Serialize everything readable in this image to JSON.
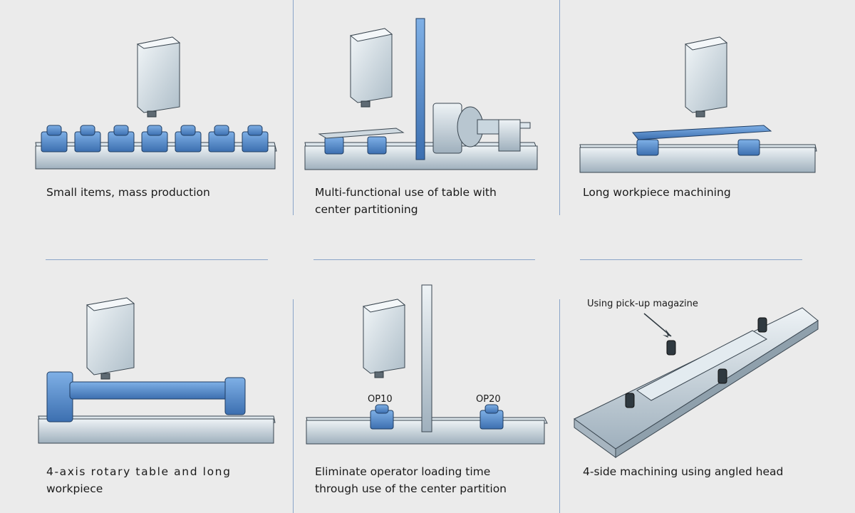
{
  "colors": {
    "accent_blue": "#4f86c6",
    "steel": "#c9d6df",
    "divider": "#8aa4c8",
    "background": "#ebebeb"
  },
  "panels": [
    {
      "id": "small-items",
      "caption_lines": [
        "Small items, mass production"
      ]
    },
    {
      "id": "center-partition",
      "caption_lines": [
        "Multi-functional use of table with",
        "center partitioning"
      ]
    },
    {
      "id": "long-workpiece",
      "caption_lines": [
        "Long workpiece machining"
      ]
    },
    {
      "id": "rotary-table",
      "caption_lines": [
        "4-axis rotary table and long",
        "workpiece"
      ]
    },
    {
      "id": "op-partition",
      "caption_lines": [
        "Eliminate operator loading time",
        "through use of the center partition"
      ],
      "labels": {
        "op10": "OP10",
        "op20": "OP20"
      }
    },
    {
      "id": "angled-head",
      "caption_lines": [
        "4-side machining using angled head"
      ],
      "labels": {
        "magazine": "Using pick-up magazine"
      }
    }
  ]
}
